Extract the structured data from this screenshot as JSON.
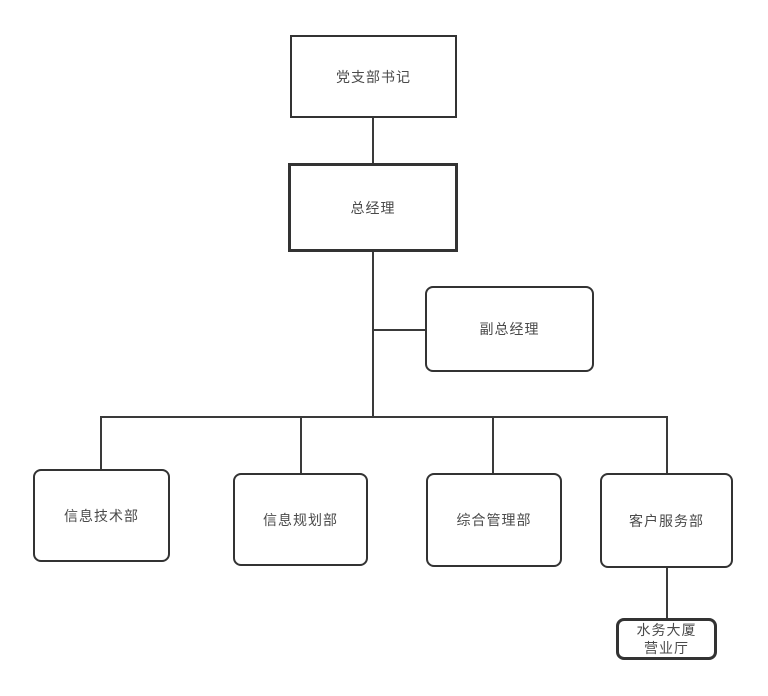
{
  "diagram": {
    "type": "org-chart",
    "colors": {
      "background": "#ffffff",
      "box_fill": "#ffffff",
      "box_border": "#333333",
      "connector": "#3a3a3a",
      "text": "#4a4a4a"
    },
    "nodes": {
      "party_secretary": {
        "label": "党支部书记"
      },
      "general_manager": {
        "label": "总经理"
      },
      "deputy_general_manager": {
        "label": "副总经理"
      },
      "info_tech_dept": {
        "label": "信息技术部"
      },
      "info_planning_dept": {
        "label": "信息规划部"
      },
      "general_admin_dept": {
        "label": "综合管理部"
      },
      "customer_service_dept": {
        "label": "客户服务部"
      },
      "water_building_hall": {
        "label_line1": "水务大厦",
        "label_line2": "营业厅"
      }
    },
    "edges": [
      "party_secretary -> general_manager",
      "general_manager -> deputy_general_manager",
      "general_manager -> info_tech_dept",
      "general_manager -> info_planning_dept",
      "general_manager -> general_admin_dept",
      "general_manager -> customer_service_dept",
      "customer_service_dept -> water_building_hall"
    ]
  }
}
